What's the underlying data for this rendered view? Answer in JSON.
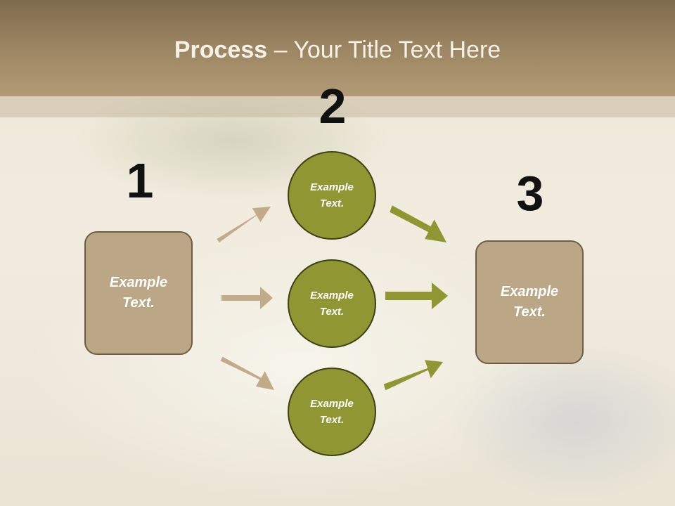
{
  "slide": {
    "title_bold": "Process",
    "title_rest": " – Your Title Text Here"
  },
  "steps": [
    {
      "number": "1",
      "text": "Example Text."
    },
    {
      "number": "2",
      "texts": [
        "Example Text.",
        "Example Text.",
        "Example Text."
      ]
    },
    {
      "number": "3",
      "text": "Example Text."
    }
  ],
  "colors": {
    "header": "#9c8562",
    "box_fill": "#bba685",
    "circle_fill": "#8f9632",
    "tan_arrow": "#c2ab88",
    "olive_arrow": "#8f9632"
  }
}
